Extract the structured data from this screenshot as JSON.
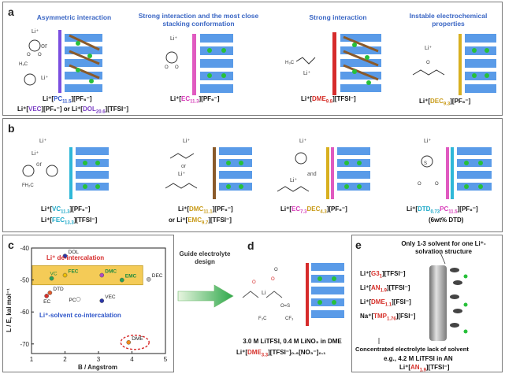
{
  "panel_labels": {
    "a": "a",
    "b": "b",
    "c": "c",
    "d": "d",
    "e": "e"
  },
  "panel_a": {
    "titles": [
      "Asymmetric interaction",
      "Strong interaction and the most close stacking conformation",
      "Strong interaction",
      "Instable electrochemical properties"
    ],
    "formulas": {
      "pc": {
        "pre": "Li⁺[",
        "mol": "PC",
        "sub": "11.5",
        "post": "][PF₆⁻]"
      },
      "vec": {
        "pre": "Li⁺[",
        "mol": "VEC",
        "post": "][PF₆⁻] or Li⁺["
      },
      "dol": {
        "mol": "DOL",
        "sub": "20.6",
        "post": "][TFSI⁻]"
      },
      "ec": {
        "pre": "Li⁺[",
        "mol": "EC",
        "sub": "11.3",
        "post": "][PF₆⁻]"
      },
      "dme": {
        "pre": "Li⁺[",
        "mol": "DME",
        "sub": "9.8",
        "post": "][TFSI⁻]"
      },
      "dec": {
        "pre": "Li⁺[",
        "mol": "DEC",
        "sub": "9.3",
        "post": "][PF₆⁻]"
      }
    },
    "mol_labels": {
      "li": "Li⁺",
      "or": "or"
    }
  },
  "panel_b": {
    "formulas": {
      "vc": {
        "pre": "Li⁺[",
        "mol": "VC",
        "sub": "11.3",
        "post": "][PF₆⁻]"
      },
      "fec": {
        "pre": "Li⁺[",
        "mol": "FEC",
        "sub": "13.3",
        "post": "][TFSI⁻]"
      },
      "dmc": {
        "pre": "Li⁺[",
        "mol": "DMC",
        "sub": "11.1",
        "post": "][PF₆⁻]"
      },
      "emc": {
        "pre": "or Li⁺[",
        "mol": "EMC",
        "sub": "9.7",
        "post": "][TFSI⁻]"
      },
      "ecdec": {
        "pre": "Li⁺[",
        "mol1": "EC",
        "sub1": "7.3",
        "mol2": "DEC",
        "sub2": "4.3",
        "post": "][PF₆⁻]"
      },
      "dtd": {
        "pre": "Li⁺[",
        "mol1": "DTD",
        "sub1": "0.73",
        "mol2": "PC",
        "sub2": "11.5",
        "post": "][PF₆⁻]"
      },
      "dtd_note": "(6wt% DTD)"
    },
    "mol_labels": {
      "li": "Li⁺",
      "or": "or",
      "and": "and",
      "fh2c": "FH₂C"
    }
  },
  "panel_c": {
    "ylabel": "L / E, kal mol⁻¹",
    "xlabel": "B / Angstrom",
    "band_label": "Li⁺ de-intercalation",
    "cointercalation_label": "Li⁺-solvent co-intercalation"
  },
  "chart_data": {
    "type": "scatter",
    "xlabel": "B / Angstrom",
    "ylabel": "L / E, kal mol⁻¹",
    "xlim": [
      1,
      5
    ],
    "ylim": [
      -73,
      -40
    ],
    "xticks": [
      1,
      2,
      3,
      4,
      5
    ],
    "yticks": [
      -70,
      -60,
      -50,
      -40
    ],
    "points": [
      {
        "label": "DOL",
        "x": 2.0,
        "y": -42.5,
        "color": "#2a36a8"
      },
      {
        "label": "FEC",
        "x": 2.0,
        "y": -48.5,
        "color": "#f0c000"
      },
      {
        "label": "VC",
        "x": 1.6,
        "y": -49.5,
        "color": "#27a454"
      },
      {
        "label": "DMC",
        "x": 3.1,
        "y": -48.5,
        "color": "#b04bc2"
      },
      {
        "label": "EMC",
        "x": 3.7,
        "y": -50.0,
        "color": "#27a454"
      },
      {
        "label": "DEC",
        "x": 4.5,
        "y": -49.8,
        "color": "#b8b8b8"
      },
      {
        "label": "DTD",
        "x": 1.55,
        "y": -54.0,
        "color": "#e25a2a"
      },
      {
        "label": "EC",
        "x": 1.45,
        "y": -55.0,
        "color": "#d6312b"
      },
      {
        "label": "PC",
        "x": 2.4,
        "y": -56.0,
        "color": "#ffffff"
      },
      {
        "label": "VEC",
        "x": 3.1,
        "y": -56.5,
        "color": "#2a36a8"
      },
      {
        "label": "DME",
        "x": 3.9,
        "y": -69.5,
        "color": "#f08a1a"
      }
    ]
  },
  "arrow": {
    "text": "Guide electrolyte design"
  },
  "panel_d": {
    "caption1": "3.0 M LiTFSI, 0.4 M LiNO₃ in DME",
    "caption2": {
      "pre": "Li⁺[",
      "mol": "DME",
      "sub": "3.3",
      "post": "][TFSI⁻]₀.₉[NO₃⁻]₀.₁"
    }
  },
  "panel_e": {
    "top_note": "Only 1-3 solvent for one Li⁺-solvation structure",
    "items": [
      {
        "pre": "Li⁺[",
        "mol": "G3",
        "sub": "1",
        "post": "][TFSI⁻]"
      },
      {
        "pre": "Li⁺[",
        "mol": "AN",
        "sub": "1.9",
        "post": "][TFSI⁻]"
      },
      {
        "pre": "Li⁺[",
        "mol": "DME",
        "sub": "1.1",
        "post": "][FSI⁻]"
      },
      {
        "pre": "Na⁺[",
        "mol": "TMP",
        "sub": "1.76",
        "post": "][FSI⁻]"
      }
    ],
    "bottom1": "Concentrated electrolyte lack of solvent",
    "bottom2": "e.g., 4.2 M LiTFSI in AN",
    "bottom3": {
      "pre": "Li⁺[",
      "mol": "AN",
      "sub": "1.9",
      "post": "][TFSI⁻]"
    }
  }
}
